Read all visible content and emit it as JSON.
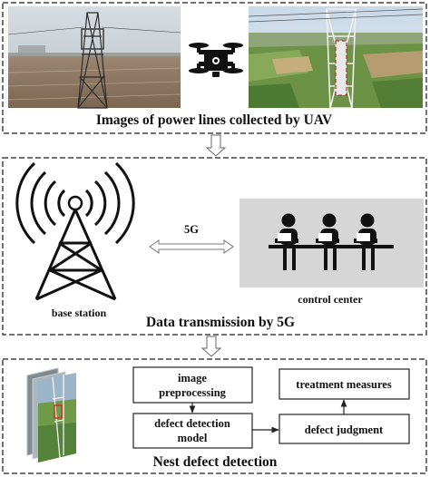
{
  "panels": {
    "uav": {
      "caption": "Images of power lines collected by UAV"
    },
    "transmission": {
      "caption": "Data transmission by 5G",
      "base_station_label": "base station",
      "link_label": "5G",
      "control_center_label": "control center"
    },
    "detection": {
      "caption": "Nest defect detection",
      "steps": {
        "preprocessing": [
          "image",
          "preprocessing"
        ],
        "model": [
          "defect detection",
          "model"
        ],
        "treatment": "treatment measures",
        "judgment": "defect judgment"
      }
    }
  },
  "colors": {
    "border": "#444444",
    "sky": "#cfd8df",
    "field": "#a88e74",
    "green": "#5f8f3e",
    "control_bg": "#d9d9d9",
    "icon": "#111111"
  }
}
